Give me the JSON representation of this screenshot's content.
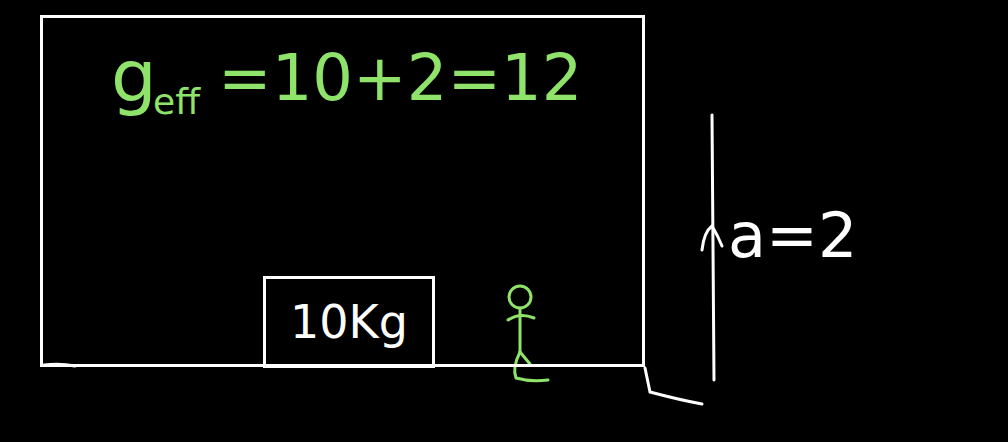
{
  "diagram": {
    "nodes": [
      {
        "text": [
          "g",
          "eff",
          "=10+2=12"
        ]
      },
      {
        "text": [
          "10Kg"
        ],
        "in": 0
      }
    ],
    "labels": [
      "a=2"
    ]
  }
}
